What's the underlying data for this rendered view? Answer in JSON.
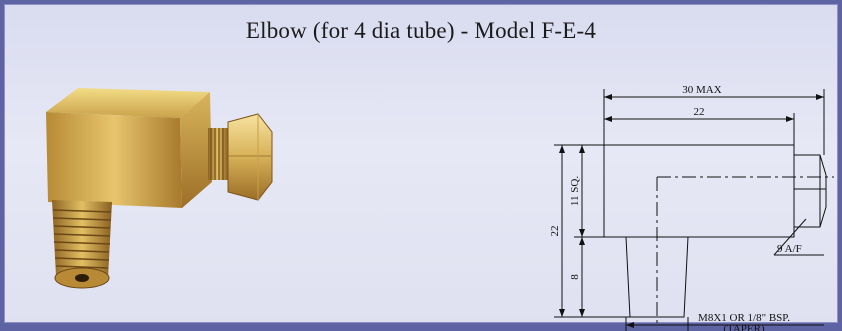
{
  "title": "Elbow (for 4 dia tube)  - Model F-E-4",
  "photo": {
    "icon": "brass-elbow-fitting-photo"
  },
  "drawing": {
    "dim_overall": "30 MAX",
    "dim_body": "22",
    "dim_height": "22",
    "dim_square": "11 SQ.",
    "dim_thread_len": "8",
    "dim_hex": "9 A/F",
    "dim_thread_spec": "M8X1 OR 1/8\" BSP.",
    "dim_thread_note": "(TAPER)"
  }
}
